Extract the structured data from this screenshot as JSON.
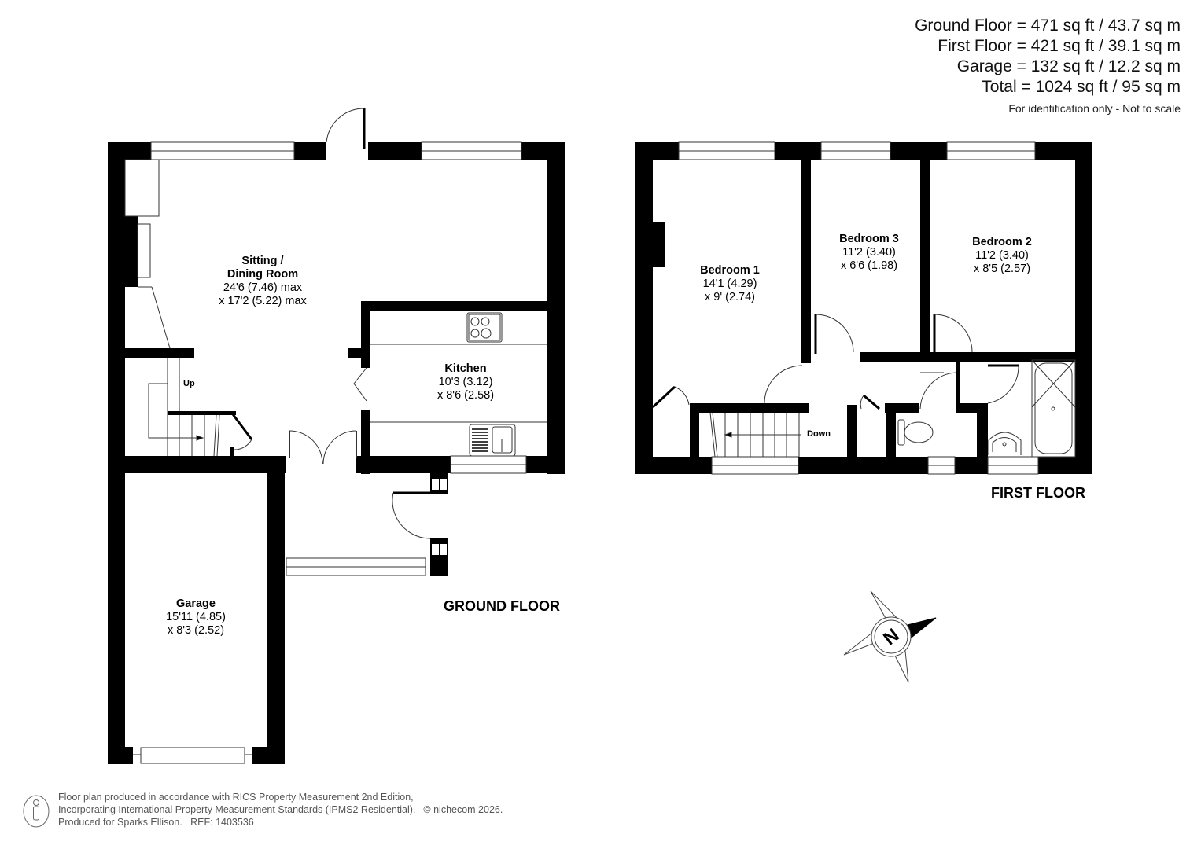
{
  "area_summary": {
    "lines": [
      "Ground Floor = 471 sq ft / 43.7 sq m",
      "First Floor = 421 sq ft / 39.1 sq m",
      "Garage = 132 sq ft / 12.2 sq m",
      "Total = 1024 sq ft / 95 sq m"
    ],
    "note": "For identification only - Not to scale"
  },
  "ground_floor": {
    "title": "GROUND FLOOR",
    "rooms": {
      "sitting_dining": {
        "name_line1": "Sitting /",
        "name_line2": "Dining Room",
        "dim1": "24'6 (7.46) max",
        "dim2": "x 17'2 (5.22) max"
      },
      "kitchen": {
        "name": "Kitchen",
        "dim1": "10'3 (3.12)",
        "dim2": "x 8'6 (2.58)"
      },
      "garage": {
        "name": "Garage",
        "dim1": "15'11 (4.85)",
        "dim2": "x 8'3 (2.52)"
      }
    },
    "stair_label": "Up"
  },
  "first_floor": {
    "title": "FIRST FLOOR",
    "rooms": {
      "bedroom1": {
        "name": "Bedroom 1",
        "dim1": "14'1 (4.29)",
        "dim2": "x 9' (2.74)"
      },
      "bedroom2": {
        "name": "Bedroom 2",
        "dim1": "11'2 (3.40)",
        "dim2": "x 8'5 (2.57)"
      },
      "bedroom3": {
        "name": "Bedroom 3",
        "dim1": "11'2 (3.40)",
        "dim2": "x 6'6 (1.98)"
      }
    },
    "stair_label": "Down"
  },
  "compass": {
    "label": "N"
  },
  "footer": {
    "line1": "Floor plan produced in accordance with RICS Property Measurement 2nd Edition,",
    "line2": "Incorporating International Property Measurement Standards (IPMS2 Residential).",
    "copyright": "© nichecom 2026.",
    "line3": "Produced for Sparks Ellison.   REF: 1403536"
  },
  "colors": {
    "wall": "#000000",
    "line": "#333333",
    "background": "#ffffff",
    "footer_text": "#555555"
  }
}
